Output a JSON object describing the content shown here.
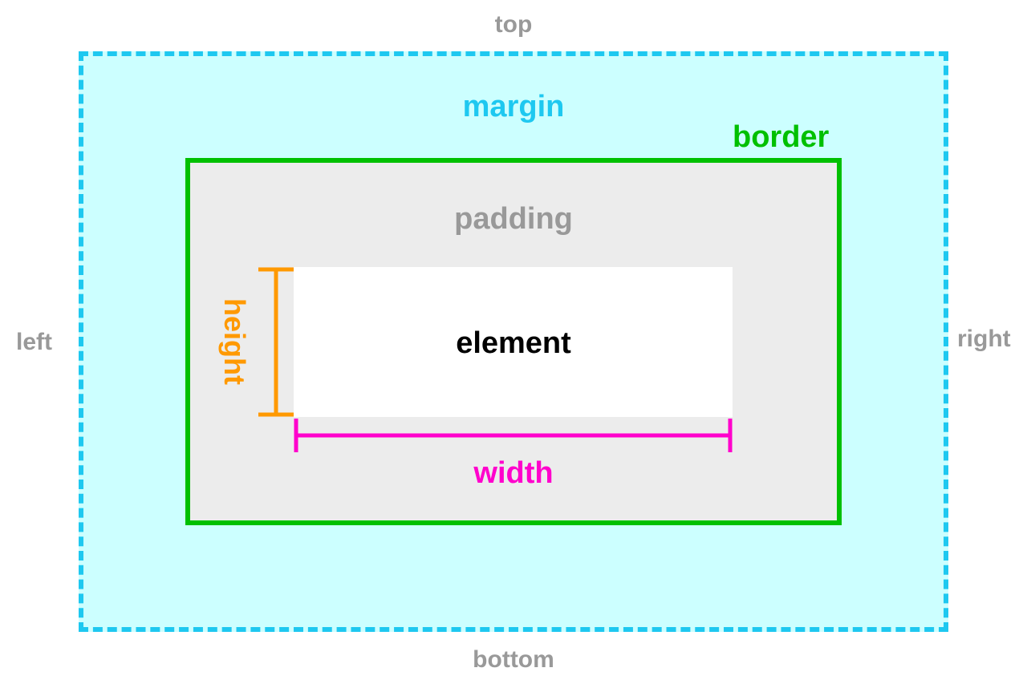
{
  "sides": {
    "top": "top",
    "bottom": "bottom",
    "left": "left",
    "right": "right"
  },
  "layers": {
    "margin": "margin",
    "border": "border",
    "padding": "padding",
    "element": "element"
  },
  "dimensions": {
    "width": "width",
    "height": "height"
  },
  "colors": {
    "margin": "#1ec8f0",
    "margin_fill": "#ccffff",
    "border": "#00c000",
    "padding_fill": "#ececec",
    "element_fill": "#ffffff",
    "width_marker": "#ff00cc",
    "height_marker": "#ff9900",
    "side_labels": "#999999"
  }
}
